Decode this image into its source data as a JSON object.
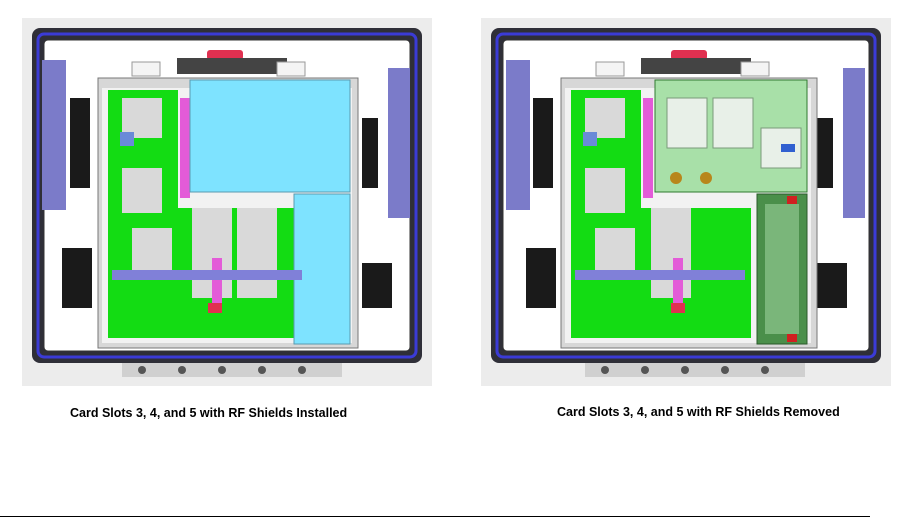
{
  "figures": [
    {
      "caption": "Card Slots 3, 4, and 5 with RF Shields Installed",
      "state": "installed"
    },
    {
      "caption": "Card Slots 3, 4, and 5 with RF Shields Removed",
      "state": "removed"
    }
  ],
  "colors": {
    "background": "#ededed",
    "enclosure_frame": "#2e2e3a",
    "enclosure_outline": "#3b3bd6",
    "board_green": "#13dc13",
    "rf_shield": "#7ee3ff",
    "side_panel": "#7b7bc9",
    "clamp_bar": "#8080d8",
    "pink_strip": "#e35bd8",
    "red_connector": "#e03050"
  }
}
